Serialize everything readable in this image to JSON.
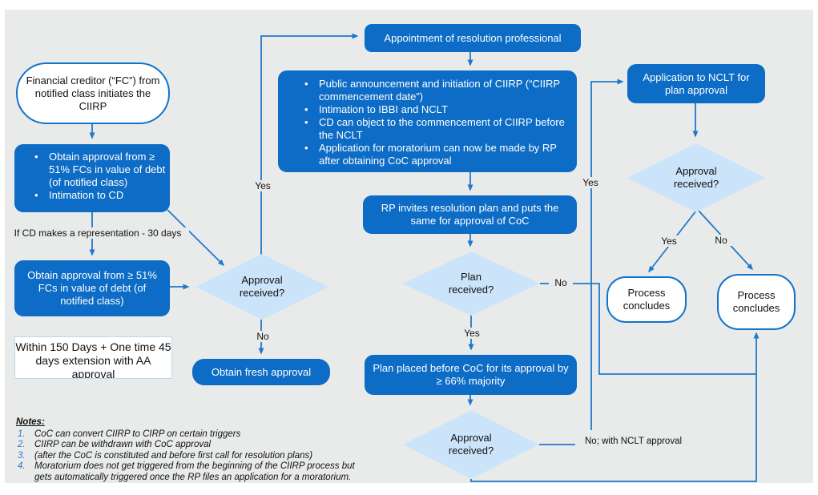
{
  "flow": {
    "nodes": {
      "fc_start": "Financial creditor (“FC”) from notified class initiates the CIIRP",
      "obtain1_bullets": [
        "Obtain approval from ≥ 51% FCs in value of debt (of notified class)",
        "Intimation to CD"
      ],
      "obtain2": "Obtain approval from ≥ 51% FCs in value of debt (of notified class)",
      "within_box": "Within 150 Days + One time 45 days extension with AA approval",
      "fresh_approval": "Obtain fresh approval",
      "appointment": "Appointment of resolution professional",
      "big_box_bullets": [
        "Public announcement and initiation of CIIRP (“CIIRP commencement date”)",
        "Intimation to IBBI and NCLT",
        "CD can object to the commencement of CIIRP before the NCLT",
        "Application for moratorium can now be made by RP after obtaining CoC approval"
      ],
      "rp_invites": "RP invites resolution plan and puts the same for approval of CoC",
      "plan_placed": "Plan placed before CoC for its approval by ≥ 66% majority",
      "nclt_app": "Application to NCLT for plan approval",
      "proc_left": "Process concludes",
      "proc_right": "Process concludes",
      "dia_left": "Approval received?",
      "dia_plan": "Plan received?",
      "dia_coc": "Approval received?",
      "dia_nclt": "Approval received?"
    },
    "edge_labels": {
      "yes_left": "Yes",
      "no_left": "No",
      "if_cd": "If CD makes a representation - 30 days",
      "yes_mid": "Yes",
      "no_mid": "No",
      "yes_line": "Yes",
      "no_nclt": "No; with NCLT approval",
      "yes_diag": "Yes",
      "no_diag": "No"
    },
    "notes": {
      "title": "Notes:",
      "items": [
        {
          "num": "1.",
          "text": "CoC can convert CIIRP to CIRP on certain triggers"
        },
        {
          "num": "2.",
          "text": "CIIRP can be withdrawn with CoC approval"
        },
        {
          "num": "3.",
          "text": "(after the CoC is constituted and before first call for resolution plans)"
        },
        {
          "num": "4.",
          "text": "Moratorium does not get triggered from the beginning of the CIIRP process but gets automatically triggered once the RP files an application for a moratorium."
        }
      ]
    },
    "colors": {
      "node_blue": "#0d6cc5",
      "diamond_fill": "#cbe4f9",
      "line_blue": "#1e78cc",
      "terminator_border": "#1173c9",
      "canvas_gray": "#e9ebea"
    }
  }
}
